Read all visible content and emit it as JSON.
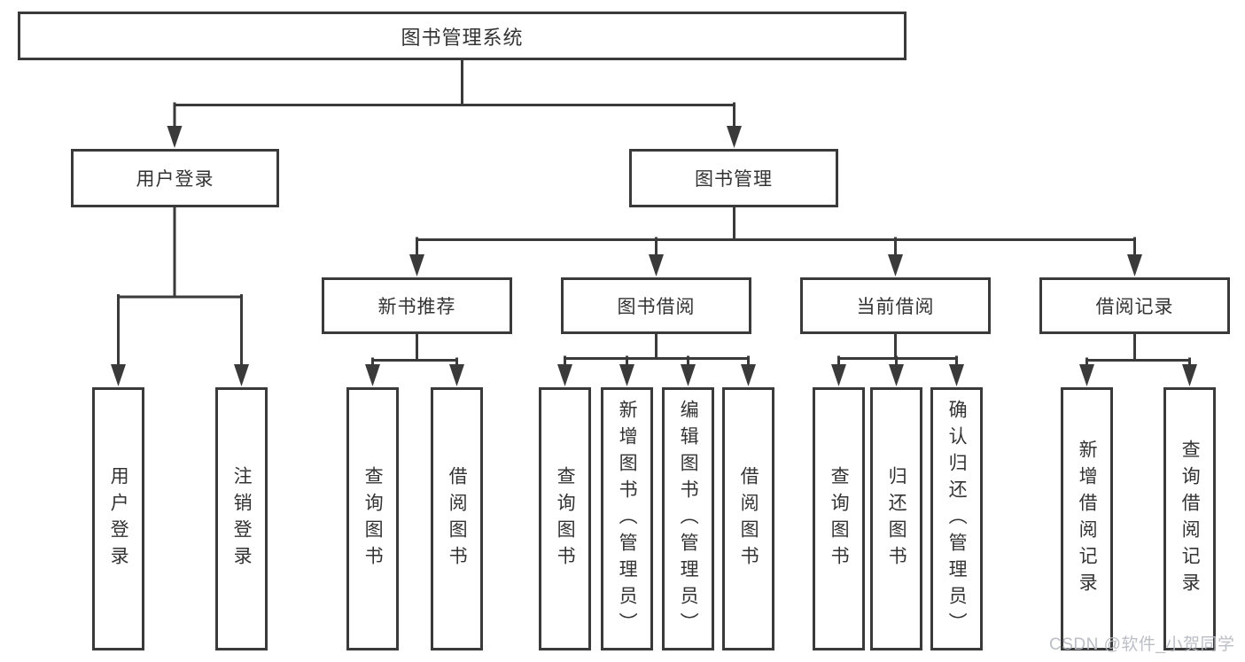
{
  "diagram_title": "图书管理系统",
  "watermark": "CSDN @软件_小贺同学",
  "colors": {
    "line": "#3a3a3a",
    "text": "#333333",
    "background": "#ffffff",
    "watermark": "#b6bac1"
  },
  "nodes": {
    "root": "图书管理系统",
    "user_login": "用户登录",
    "book_mgmt": "图书管理",
    "new_book_rec": "新书推荐",
    "book_borrow": "图书借阅",
    "current_borrow": "当前借阅",
    "borrow_records": "借阅记录",
    "login": "用户登录",
    "logout": "注销登录",
    "rec_query_book": "查询图书",
    "rec_borrow_book": "借阅图书",
    "bb_query_book": "查询图书",
    "bb_add_book": "新增图书（管理员）",
    "bb_edit_book": "编辑图书（管理员）",
    "bb_borrow_book": "借阅图书",
    "cb_query_book": "查询图书",
    "cb_return_book": "归还图书",
    "cb_confirm_return": "确认归还（管理员）",
    "br_add_record": "新增借阅记录",
    "br_query_record": "查询借阅记录"
  },
  "structure": {
    "图书管理系统": [
      "用户登录",
      "图书管理"
    ],
    "用户登录": [
      "用户登录",
      "注销登录"
    ],
    "图书管理": [
      "新书推荐",
      "图书借阅",
      "当前借阅",
      "借阅记录"
    ],
    "新书推荐": [
      "查询图书",
      "借阅图书"
    ],
    "图书借阅": [
      "查询图书",
      "新增图书（管理员）",
      "编辑图书（管理员）",
      "借阅图书"
    ],
    "当前借阅": [
      "查询图书",
      "归还图书",
      "确认归还（管理员）"
    ],
    "借阅记录": [
      "新增借阅记录",
      "查询借阅记录"
    ]
  }
}
